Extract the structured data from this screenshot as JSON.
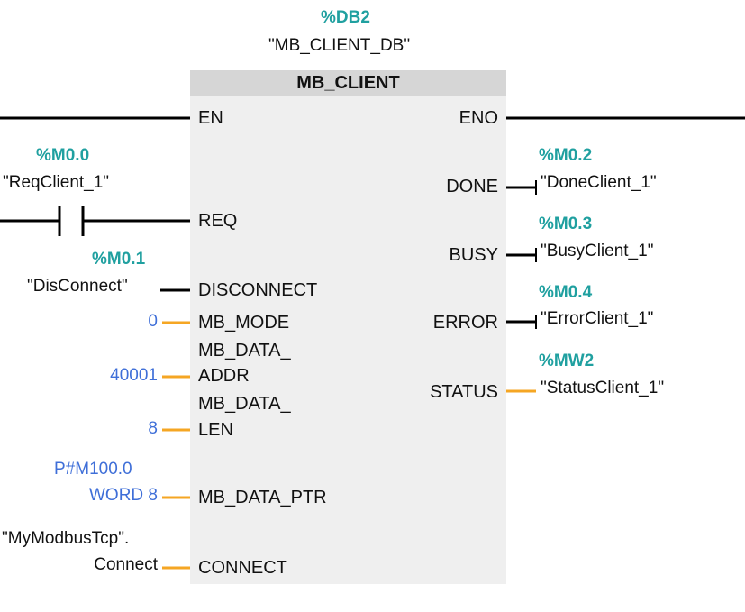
{
  "instance": {
    "address": "%DB2",
    "symbol": "\"MB_CLIENT_DB\""
  },
  "block": {
    "title": "MB_CLIENT"
  },
  "pins_in": {
    "en": "EN",
    "req": "REQ",
    "disconnect": "DISCONNECT",
    "mb_mode": "MB_MODE",
    "mb_data_addr_1": "MB_DATA_",
    "mb_data_addr_2": "ADDR",
    "mb_data_len_1": "MB_DATA_",
    "mb_data_len_2": "LEN",
    "mb_data_ptr": "MB_DATA_PTR",
    "connect": "CONNECT"
  },
  "pins_out": {
    "eno": "ENO",
    "done": "DONE",
    "busy": "BUSY",
    "error": "ERROR",
    "status": "STATUS"
  },
  "operands_in": {
    "req_addr": "%M0.0",
    "req_sym": "\"ReqClient_1\"",
    "disconnect_addr": "%M0.1",
    "disconnect_sym": "\"DisConnect\"",
    "mb_mode_val": "0",
    "mb_data_addr_val": "40001",
    "mb_data_len_val": "8",
    "mb_data_ptr_1": "P#M100.0",
    "mb_data_ptr_2": "WORD 8",
    "connect_1": "\"MyModbusTcp\".",
    "connect_2": "Connect"
  },
  "operands_out": {
    "done_addr": "%M0.2",
    "done_sym": "\"DoneClient_1\"",
    "busy_addr": "%M0.3",
    "busy_sym": "\"BusyClient_1\"",
    "error_addr": "%M0.4",
    "error_sym": "\"ErrorClient_1\"",
    "status_addr": "%MW2",
    "status_sym": "\"StatusClient_1\""
  },
  "colors": {
    "bool_wire": "#000000",
    "data_wire": "#f5a623",
    "address": "#20a0a0",
    "constant": "#3f6fd8"
  }
}
